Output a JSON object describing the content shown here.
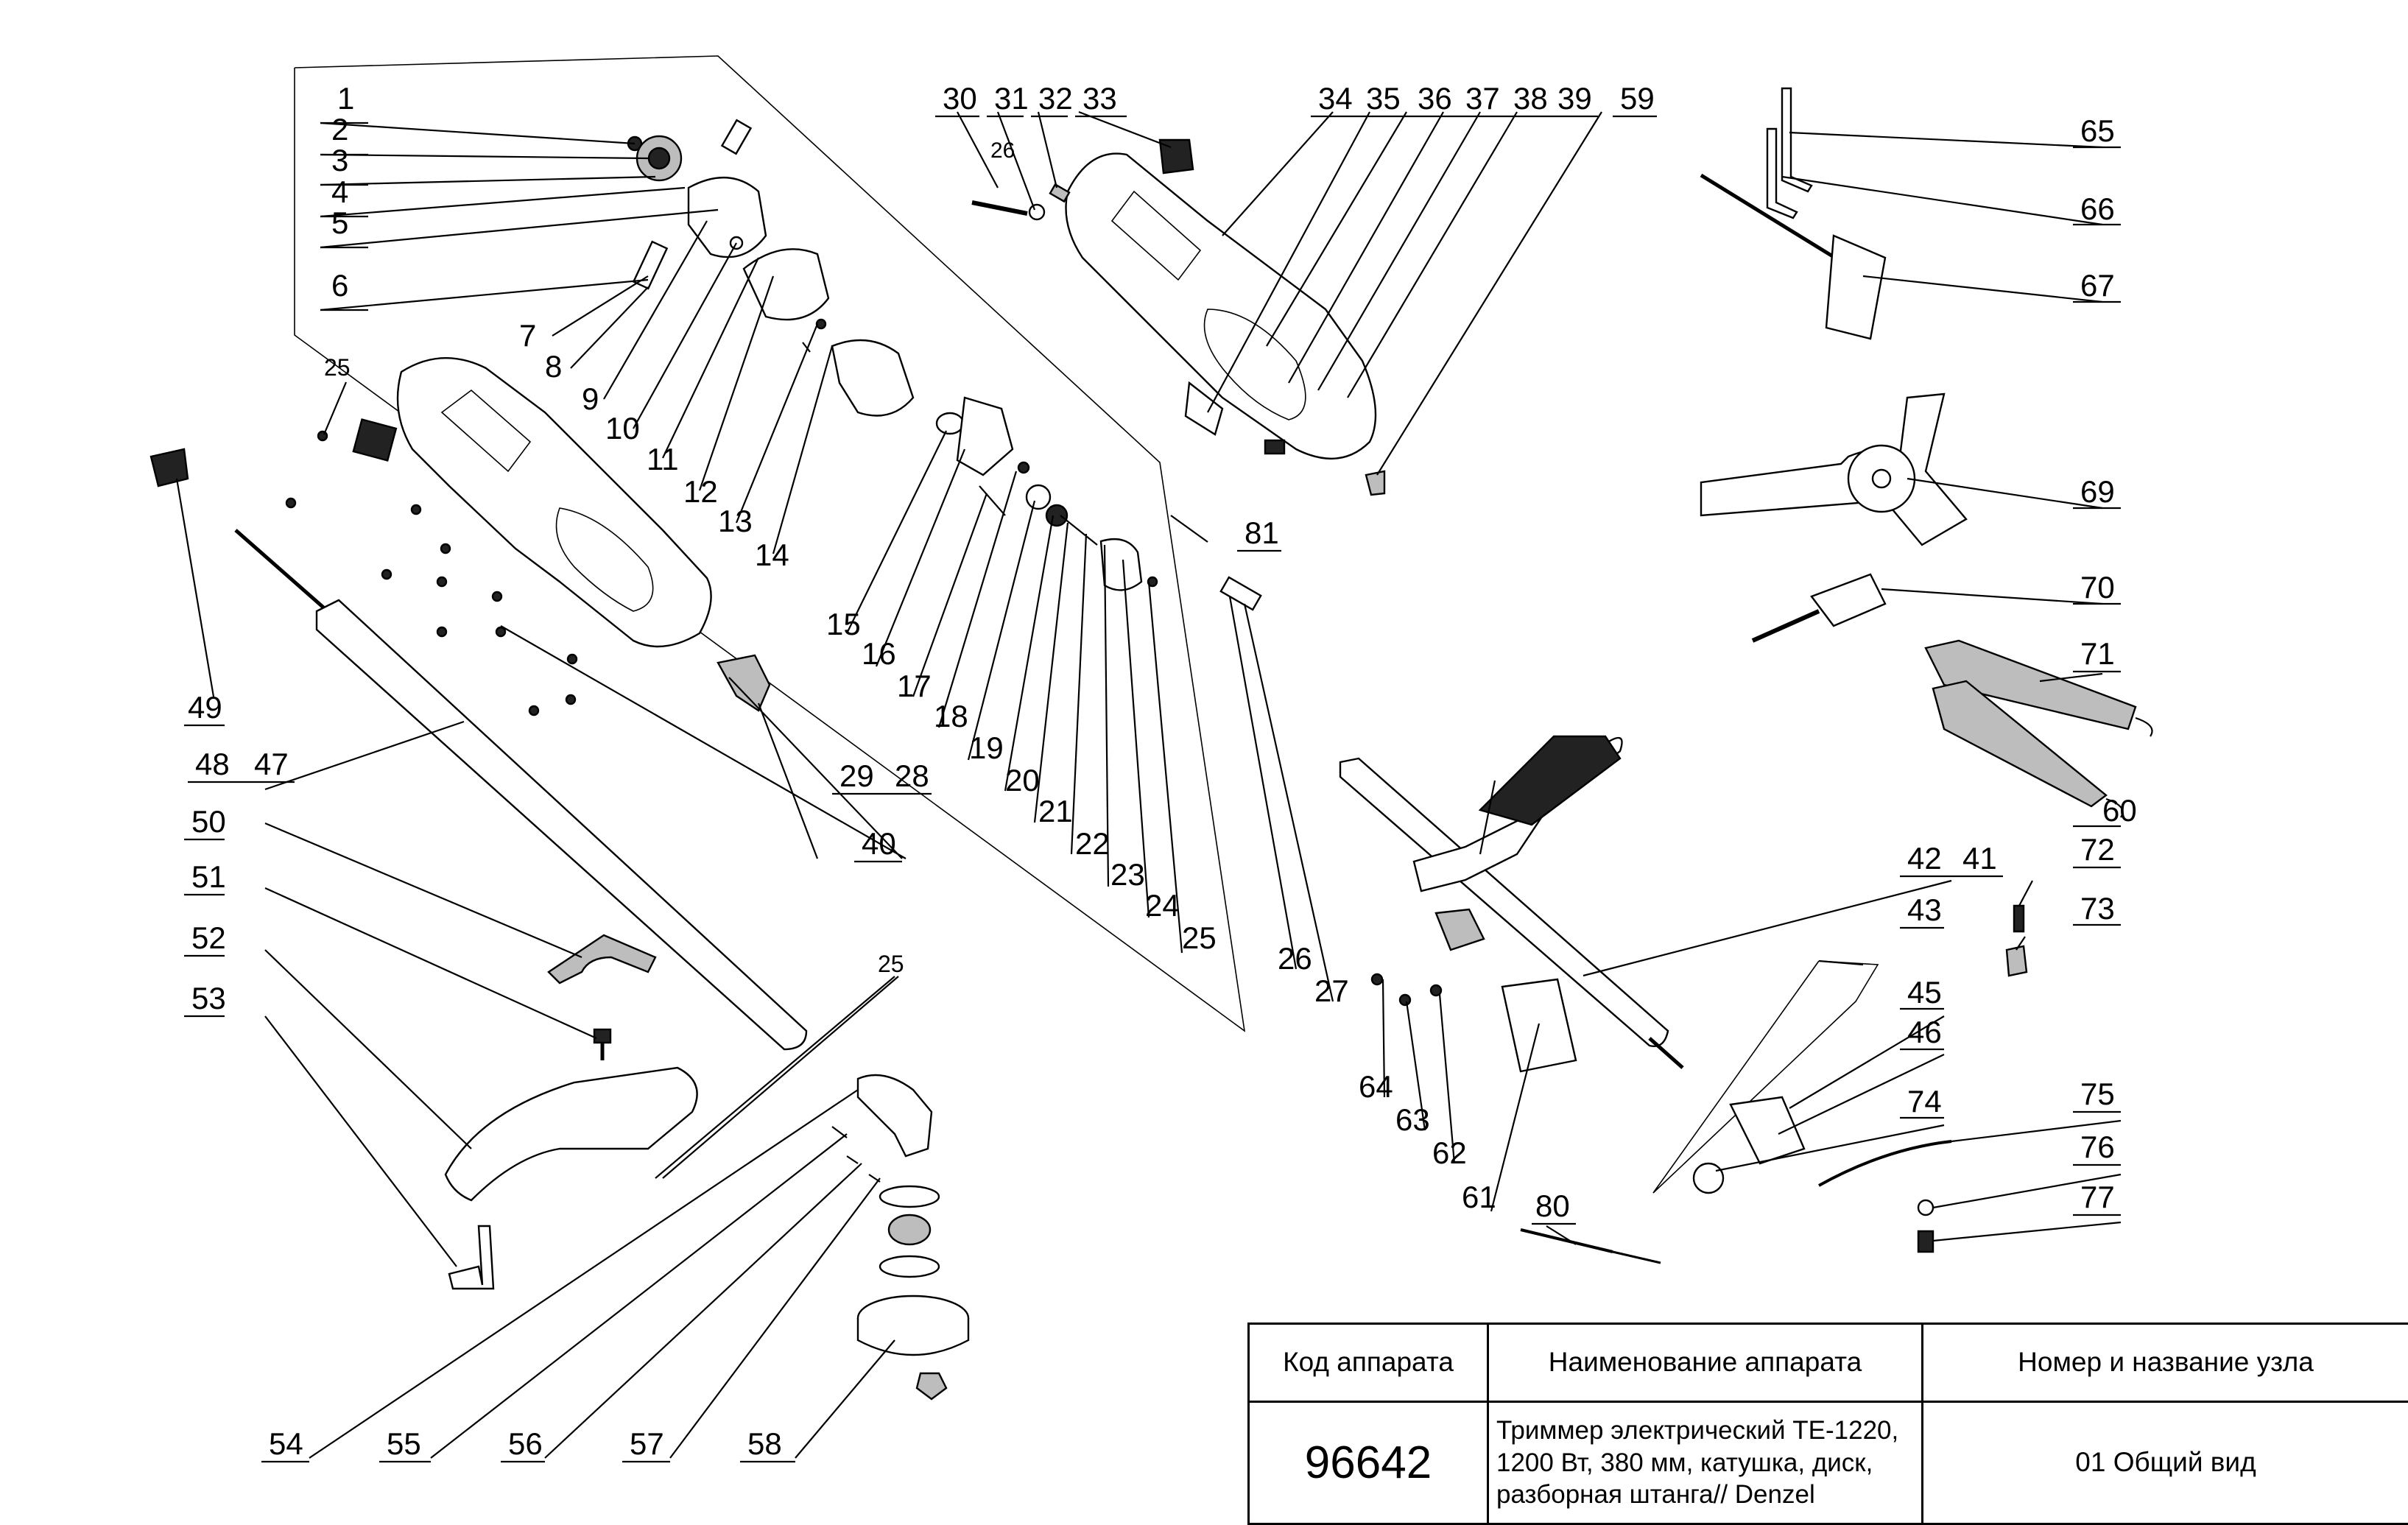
{
  "callouts": [
    "1",
    "2",
    "3",
    "4",
    "5",
    "6",
    "7",
    "8",
    "9",
    "10",
    "11",
    "12",
    "13",
    "14",
    "15",
    "16",
    "17",
    "18",
    "19",
    "20",
    "21",
    "22",
    "23",
    "24",
    "25",
    "25",
    "25",
    "26",
    "26",
    "27",
    "28",
    "29",
    "30",
    "31",
    "32",
    "33",
    "34",
    "35",
    "36",
    "37",
    "38",
    "39",
    "40",
    "41",
    "42",
    "43",
    "45",
    "46",
    "47",
    "48",
    "49",
    "50",
    "51",
    "52",
    "53",
    "54",
    "55",
    "56",
    "57",
    "58",
    "59",
    "60",
    "61",
    "62",
    "63",
    "64",
    "65",
    "66",
    "67",
    "69",
    "70",
    "71",
    "72",
    "73",
    "74",
    "75",
    "76",
    "77",
    "80",
    "81"
  ],
  "title_block": {
    "code_header": "Код аппарата",
    "name_header": "Наименование аппарата",
    "node_header": "Номер и название узла",
    "code_value": "96642",
    "name_value": "Триммер электрический TE-1220, 1200 Вт, 380 мм, катушка, диск, разборная штанга// Denzel",
    "node_value": "01 Общий вид"
  }
}
